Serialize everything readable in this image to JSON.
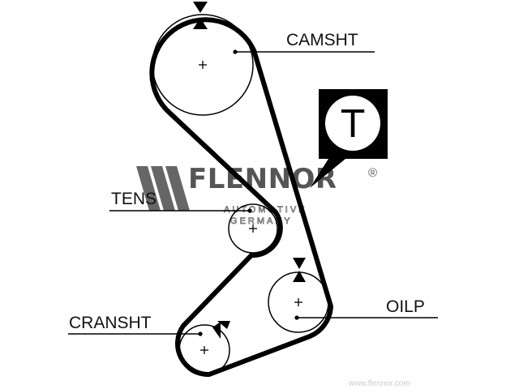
{
  "labels": {
    "camshaft": "CAMSHT",
    "tensioner": "TENS",
    "crankshaft": "CRANSHT",
    "oil_pump": "OILP"
  },
  "badge": {
    "letter": "T"
  },
  "watermark": {
    "brand": "FLENNOR",
    "registered": "®",
    "line1": "AUTOMOTIVE",
    "line2": "GERMANY"
  },
  "footer": {
    "text": "www.flennor.com"
  },
  "colors": {
    "belt": "#000000",
    "watermark": "#555555",
    "background": "#ffffff"
  },
  "icons": {
    "pulley_center": "plus-icon",
    "timing_mark": "triangle-marker-icon",
    "flennor_logo": "stripes-logo-icon"
  }
}
